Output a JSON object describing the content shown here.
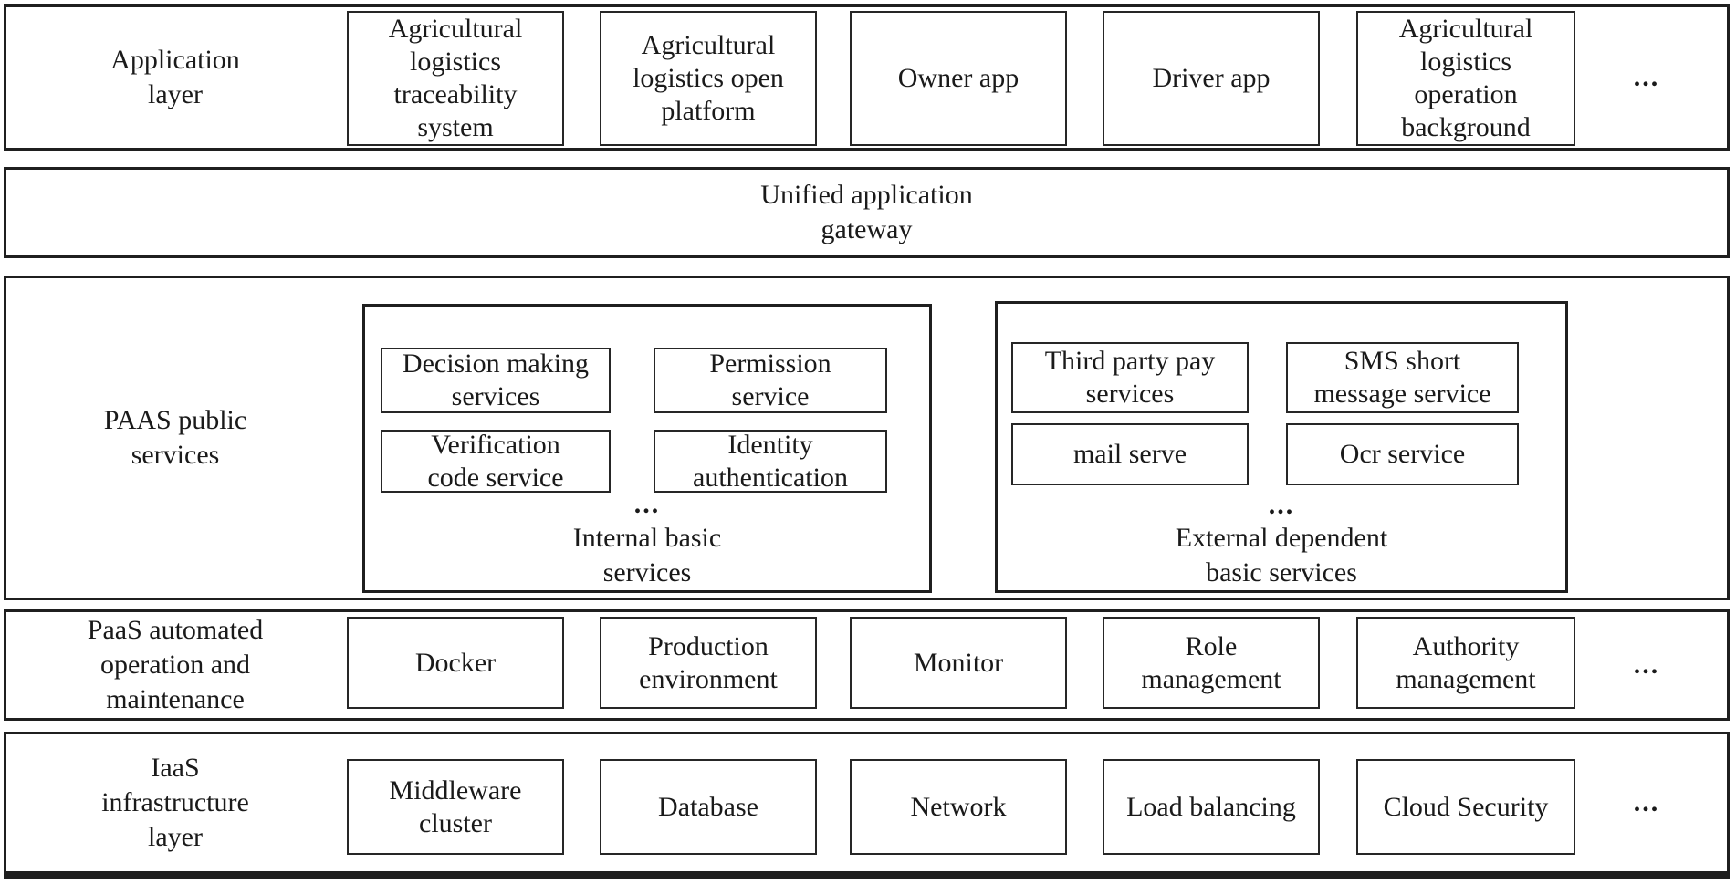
{
  "diagram": {
    "colors": {
      "border": "#1f1f1f",
      "text": "#1a1a1a",
      "background": "#ffffff"
    },
    "application_layer": {
      "label": "Application\nlayer",
      "boxes": [
        "Agricultural\nlogistics\ntraceability\nsystem",
        "Agricultural\nlogistics open\nplatform",
        "Owner app",
        "Driver app",
        "Agricultural\nlogistics\noperation\nbackground"
      ],
      "ellipsis": "..."
    },
    "gateway_layer": {
      "label": "Unified application\ngateway"
    },
    "paas_services_layer": {
      "label": "PAAS public\nservices",
      "internal_group": {
        "boxes": [
          "Decision making\nservices",
          "Permission\nservice",
          "Verification\ncode service",
          "Identity\nauthentication"
        ],
        "ellipsis": "...",
        "caption": "Internal basic\nservices"
      },
      "external_group": {
        "boxes": [
          "Third party pay\nservices",
          "SMS short\nmessage service",
          "mail serve",
          "Ocr service"
        ],
        "ellipsis": "...",
        "caption": "External dependent\nbasic services"
      }
    },
    "paas_ops_layer": {
      "label": "PaaS automated\noperation and\nmaintenance",
      "boxes": [
        "Docker",
        "Production\nenvironment",
        "Monitor",
        "Role\nmanagement",
        "Authority\nmanagement"
      ],
      "ellipsis": "..."
    },
    "iaas_layer": {
      "label": "IaaS\ninfrastructure\nlayer",
      "boxes": [
        "Middleware\ncluster",
        "Database",
        "Network",
        "Load balancing",
        "Cloud Security"
      ],
      "ellipsis": "..."
    }
  }
}
